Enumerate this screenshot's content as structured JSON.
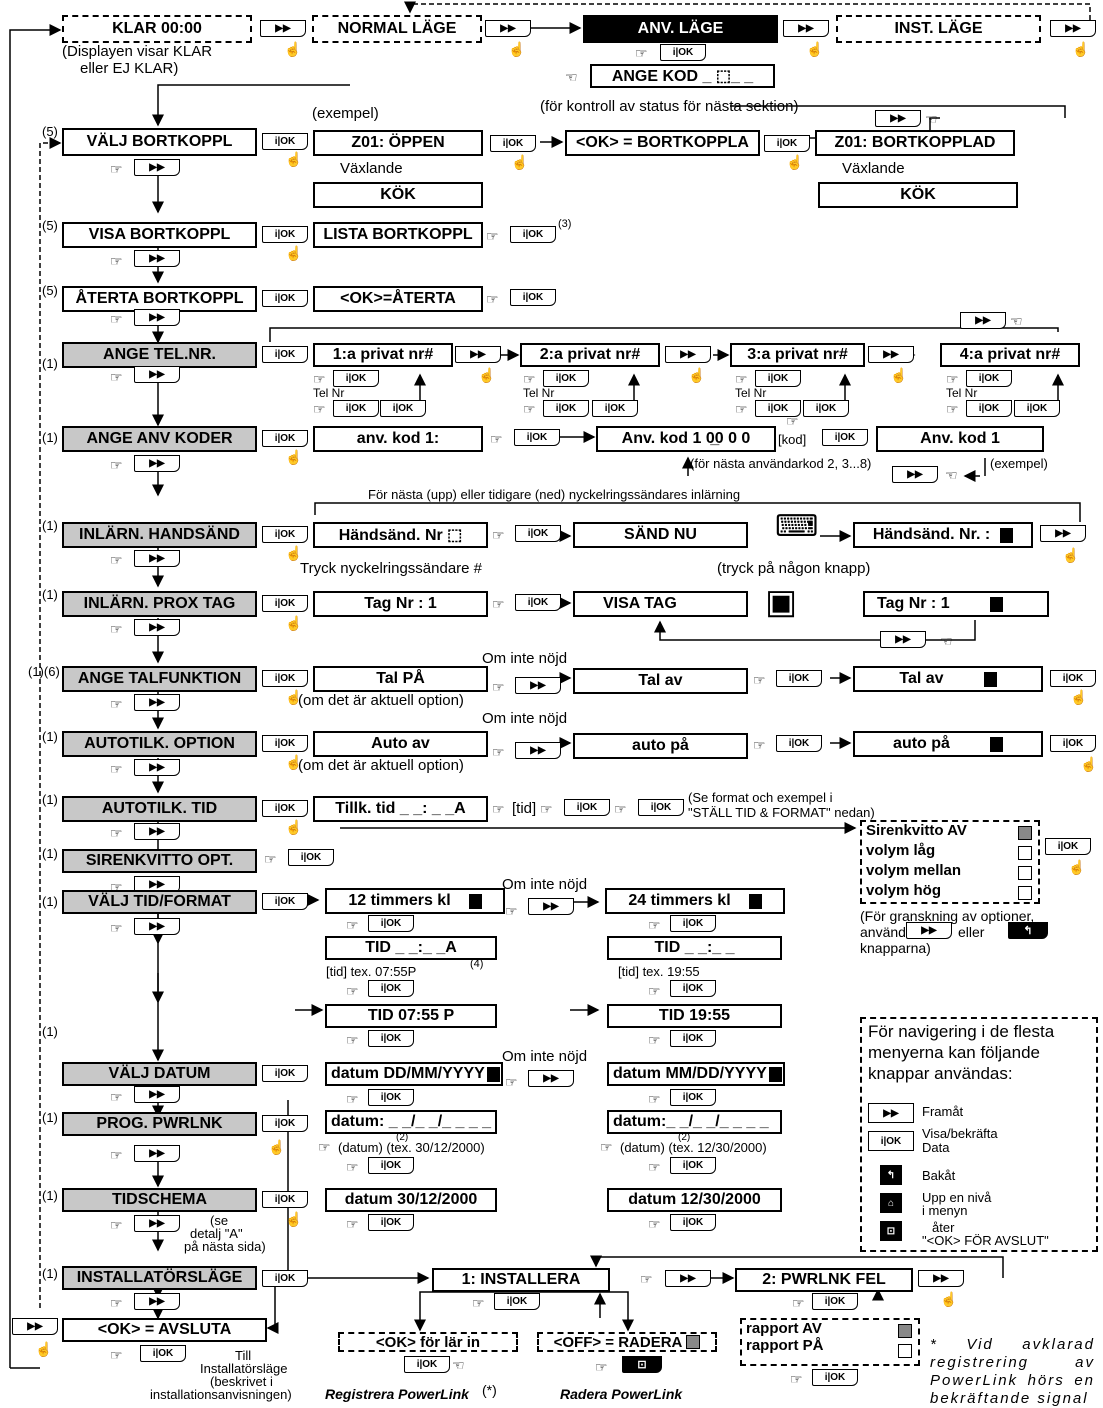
{
  "top": {
    "klar": "KLAR 00:00",
    "klar_note1": "(Displayen visar KLAR",
    "klar_note2": "eller EJ KLAR)",
    "normal": "NORMAL LÄGE",
    "anv": "ANV. LÄGE",
    "inst": "INST. LÄGE",
    "ange_kod": "ANGE KOD _ ⬚_ _"
  },
  "keys": {
    "ok": "i|OK",
    "fwd": "▶▶",
    "back": "↰"
  },
  "menu": {
    "valj_bortkoppl": "VÄLJ BORTKOPPL",
    "visa_bortkoppl": "VISA BORTKOPPL",
    "aterta_bortkoppl": "ÅTERTA BORTKOPPL",
    "ange_telnr": "ANGE TEL.NR.",
    "ange_anv_koder": "ANGE ANV KODER",
    "inlarn_handsand": "INLÄRN. HANDSÄND",
    "inlarn_prox": "INLÄRN. PROX TAG",
    "ange_talfunktion": "ANGE TALFUNKTION",
    "autotilk_option": "AUTOTILK. OPTION",
    "autotilk_tid": "AUTOTILK. TID",
    "sirenkvitto": "SIRENKVITTO OPT.",
    "valj_tid": "VÄLJ TID/FORMAT",
    "valj_datum": "VÄLJ DATUM",
    "prog_pwrlnk": "PROG. PWRLNK",
    "tidschema": "TIDSCHEMA",
    "installatorslage": "INSTALLATÖRSLÄGE",
    "avsluta": "<OK> = AVSLUTA"
  },
  "refs": {
    "r5": "(5)",
    "r1": "(1)",
    "r16": "(1)(6)",
    "r3": "(3)",
    "r4": "(4)",
    "r2": "(2)"
  },
  "bortkoppl": {
    "exempel": "(exempel)",
    "kontroll": "(för kontroll av status för nästa sektion)",
    "z01_oppen": "Z01: ÖPPEN",
    "ok_bortkoppla": "<OK> = BORTKOPPLA",
    "z01_bortkopplad": "Z01: BORTKOPPLAD",
    "vaxlande": "Växlande",
    "kok": "KÖK",
    "lista": "LISTA BORTKOPPL",
    "ok_aterta": "<OK>=ÅTERTA"
  },
  "tel": {
    "p1": "1:a privat nr#",
    "p2": "2:a privat nr#",
    "p3": "3:a privat nr#",
    "p4": "4:a privat nr#",
    "tel_nr": "Tel Nr"
  },
  "koder": {
    "anv_kod1": "anv. kod 1:",
    "anv_kod_entry": "Anv. kod  1 0̲0 0 0",
    "kod": "[kod]",
    "anv_kod1_result": "Anv. kod 1",
    "nasta": "(för nästa användarkod 2, 3...8)",
    "exempel": "(exempel)"
  },
  "hand": {
    "header": "För nästa (upp) eller tidigare (ned) nyckelringssändares inlärning",
    "nr": "Händsänd. Nr ⬚",
    "sand_nu": "SÄND NU",
    "nr_result": "Händsänd. Nr. :",
    "tryck": "Tryck nyckelringssändare #",
    "tryck_knapp": "(tryck på någon knapp)"
  },
  "prox": {
    "tag_nr": "Tag Nr :  1",
    "visa_tag": "VISA TAG",
    "tag_nr2": "Tag Nr :  1"
  },
  "tal": {
    "tal_pa": "Tal PÅ",
    "om_inte": "Om inte nöjd",
    "tal_av": "Tal av",
    "tal_av2": "Tal av",
    "aktuell": "(om det är aktuell option)"
  },
  "auto": {
    "auto_av": "Auto av",
    "om_inte": "Om inte nöjd",
    "auto_pa": "auto på",
    "auto_pa2": "auto på",
    "aktuell": "(om det är aktuell option)"
  },
  "autotid": {
    "tillk": "Tillk. tid _ _: _ _A",
    "tid": "[tid]",
    "se1": "(Se format och exempel i",
    "se2": "\"STÄLL TID & FORMAT\" nedan)"
  },
  "siren": {
    "av": "Sirenkvitto AV",
    "lag": "volym låg",
    "mellan": "volym mellan",
    "hog": "volym hög"
  },
  "tidformat": {
    "t12": "12 timmers kl",
    "om_inte": "Om inte nöjd",
    "t24": "24 timmers kl",
    "tid12": "TID _ _:_ _A",
    "tid24": "TID _ _:_ _",
    "ex12": "[tid] tex. 07:55P",
    "ex24": "[tid] tex. 19:55",
    "res12": "TID 07:55 P",
    "res24": "TID 19:55",
    "gransk1": "(För granskning av optioner,",
    "gransk2": "använd",
    "gransk3": "eller",
    "gransk4": "knapparna)"
  },
  "datum": {
    "dd": "datum DD/MM/YYYY",
    "om_inte": "Om inte nöjd",
    "mm": "datum MM/DD/YYYY",
    "dd_in": "datum: _ _/_ _/_ _ _ _",
    "mm_in": "datum:_ _/_ _/_ _ _ _",
    "ex_dd": "(datum)   (tex. 30/12/2000)",
    "ex_mm": "(datum)   (tex. 12/30/2000)",
    "res_dd": "datum 30/12/2000",
    "res_mm": "datum 12/30/2000"
  },
  "tidschema": {
    "se1": "(se",
    "se2": "detalj \"A\"",
    "se3": "på nästa sida)"
  },
  "install": {
    "till": "Till",
    "inst1": "Installatörsläge",
    "inst2": "(beskrivet i",
    "inst3": "installationsanvisningen)"
  },
  "pwrlnk": {
    "installera": "1: INSTALLERA",
    "fel": "2: PWRLNK FEL",
    "ok_lar": "<OK> för lär in",
    "off_radera": "<OFF> = RADERA",
    "rapport_av": "rapport AV",
    "rapport_pa": "rapport PÅ",
    "registrera": "Registrera PowerLink",
    "reg_star": "(*)",
    "radera": "Radera PowerLink"
  },
  "legend": {
    "title": "För navigering i de flesta menyerna kan följande knappar användas:",
    "framat": "Framåt",
    "visa": "Visa/bekräfta",
    "data": "Data",
    "bakat": "Bakåt",
    "upp": "Upp en nivå",
    "imenyn": "i menyn",
    "ater": "åter",
    "ok_avslut": "\"<OK> FÖR AVSLUT\""
  },
  "footnote": "* Vid avklarad registrering av PowerLink hörs en bekräftande signal"
}
